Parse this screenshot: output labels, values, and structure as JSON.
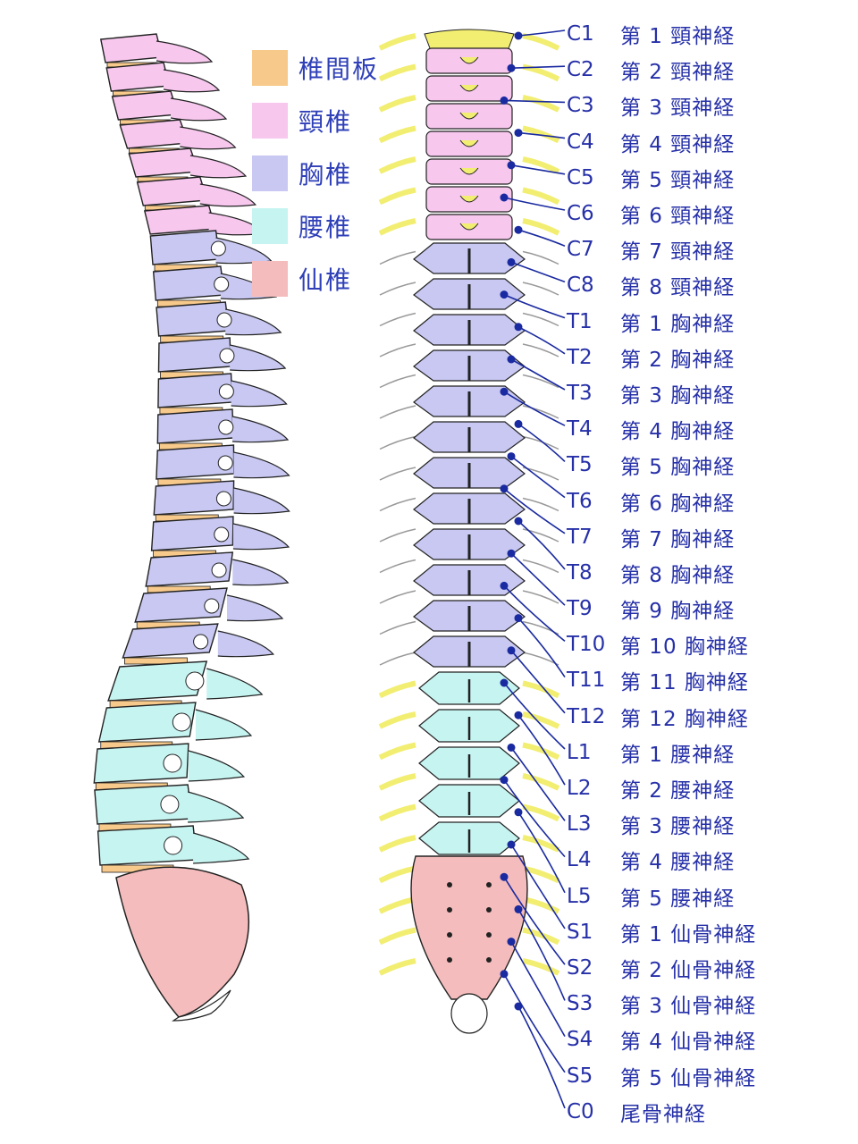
{
  "colors": {
    "disc": "#f7c98a",
    "cervical": "#f7c7ee",
    "thoracic": "#c8c8f2",
    "lumbar": "#c6f4f1",
    "sacral": "#f4bcbc",
    "nerve": "#f2ee72",
    "label": "#2630a8",
    "outline": "#222222"
  },
  "legend": [
    {
      "label": "椎間板",
      "color_key": "disc"
    },
    {
      "label": "頸椎",
      "color_key": "cervical"
    },
    {
      "label": "胸椎",
      "color_key": "thoracic"
    },
    {
      "label": "腰椎",
      "color_key": "lumbar"
    },
    {
      "label": "仙椎",
      "color_key": "sacral"
    }
  ],
  "nerves": [
    {
      "code": "C1",
      "name": "第 1 頸神経"
    },
    {
      "code": "C2",
      "name": "第 2 頸神経"
    },
    {
      "code": "C3",
      "name": "第 3 頸神経"
    },
    {
      "code": "C4",
      "name": "第 4 頸神経"
    },
    {
      "code": "C5",
      "name": "第 5 頸神経"
    },
    {
      "code": "C6",
      "name": "第 6 頸神経"
    },
    {
      "code": "C7",
      "name": "第 7 頸神経"
    },
    {
      "code": "C8",
      "name": "第 8 頸神経"
    },
    {
      "code": "T1",
      "name": "第 1 胸神経"
    },
    {
      "code": "T2",
      "name": "第 2 胸神経"
    },
    {
      "code": "T3",
      "name": "第 3 胸神経"
    },
    {
      "code": "T4",
      "name": "第 4 胸神経"
    },
    {
      "code": "T5",
      "name": "第 5 胸神経"
    },
    {
      "code": "T6",
      "name": "第 6 胸神経"
    },
    {
      "code": "T7",
      "name": "第 7 胸神経"
    },
    {
      "code": "T8",
      "name": "第 8 胸神経"
    },
    {
      "code": "T9",
      "name": "第 9 胸神経"
    },
    {
      "code": "T10",
      "name": "第 10 胸神経"
    },
    {
      "code": "T11",
      "name": "第 11 胸神経"
    },
    {
      "code": "T12",
      "name": "第 12 胸神経"
    },
    {
      "code": "L1",
      "name": "第 1 腰神経"
    },
    {
      "code": "L2",
      "name": "第 2 腰神経"
    },
    {
      "code": "L3",
      "name": "第 3 腰神経"
    },
    {
      "code": "L4",
      "name": "第 4 腰神経"
    },
    {
      "code": "L5",
      "name": "第 5 腰神経"
    },
    {
      "code": "S1",
      "name": "第 1 仙骨神経"
    },
    {
      "code": "S2",
      "name": "第 2 仙骨神経"
    },
    {
      "code": "S3",
      "name": "第 3 仙骨神経"
    },
    {
      "code": "S4",
      "name": "第 4 仙骨神経"
    },
    {
      "code": "S5",
      "name": "第 5 仙骨神経"
    },
    {
      "code": "C0",
      "name": "尾骨神経"
    }
  ]
}
